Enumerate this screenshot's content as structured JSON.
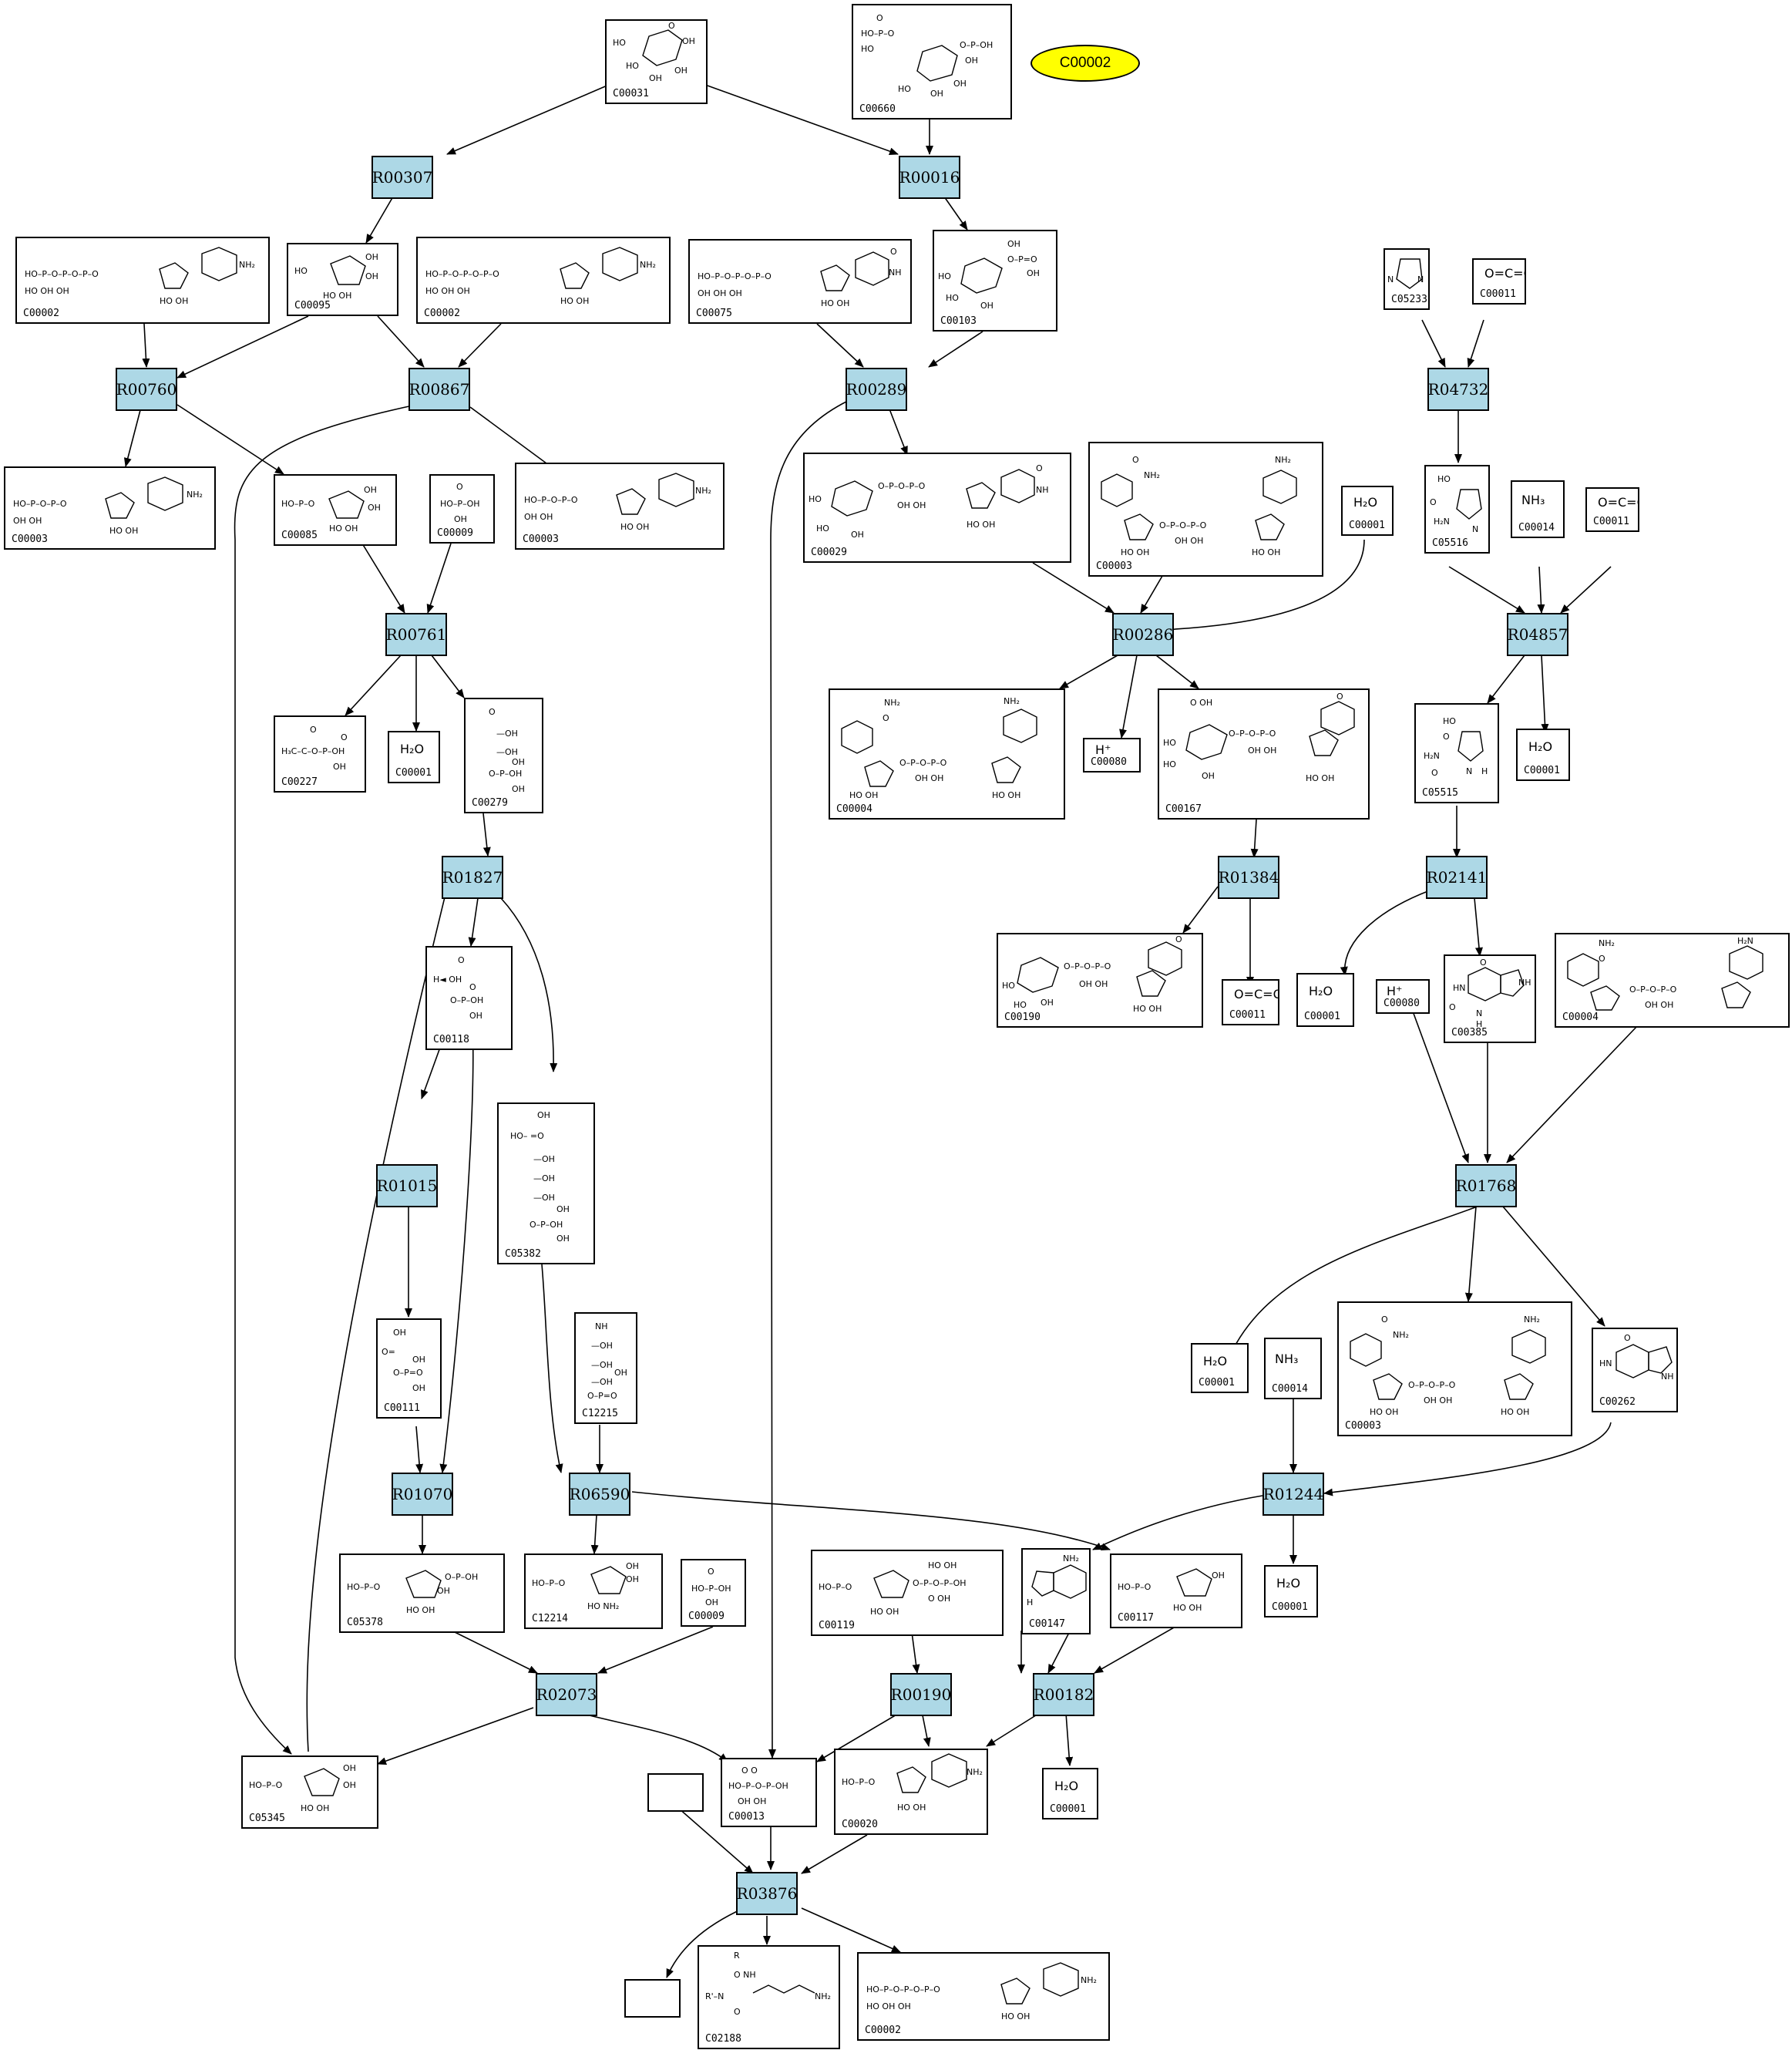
{
  "legend": {
    "label": "C00002",
    "fill": "#ffff00"
  },
  "colors": {
    "reaction_fill": "#add8e6",
    "edge": "#000000"
  },
  "compounds": {
    "c00031": "C00031",
    "c00660": "C00660",
    "c00002_a": "C00002",
    "c00095": "C00095",
    "c00002_b": "C00002",
    "c00075": "C00075",
    "c00103": "C00103",
    "c05233": "C05233",
    "c00011_a": "C00011",
    "c00003_a": "C00003",
    "c00085": "C00085",
    "c00009_a": "C00009",
    "c00003_b": "C00003",
    "c00029": "C00029",
    "c00003_c": "C00003",
    "c00001_a": "C00001",
    "c05516": "C05516",
    "c00014_a": "C00014",
    "c00011_b": "C00011",
    "c00227": "C00227",
    "c00001_b": "C00001",
    "c00279": "C00279",
    "c00004_a": "C00004",
    "c00080_a": "C00080",
    "c00167": "C00167",
    "c05515": "C05515",
    "c00001_c": "C00001",
    "c00118": "C00118",
    "c00190": "C00190",
    "c00011_c": "C00011",
    "c00001_d": "C00001",
    "c00080_b": "C00080",
    "c00385": "C00385",
    "c00004_b": "C00004",
    "c05382": "C05382",
    "c00111": "C00111",
    "c12215": "C12215",
    "c00001_e": "C00001",
    "c00014_b": "C00014",
    "c00003_d": "C00003",
    "c00262": "C00262",
    "c05378": "C05378",
    "c12214": "C12214",
    "c00009_b": "C00009",
    "c00119": "C00119",
    "c00147": "C00147",
    "c00117": "C00117",
    "c00001_f": "C00001",
    "c05345": "C05345",
    "c00013": "C00013",
    "c00020": "C00020",
    "c00001_g": "C00001",
    "c02188": "C02188",
    "c00002_c": "C00002"
  },
  "reactions": {
    "r00307": "R00307",
    "r00016": "R00016",
    "r00760": "R00760",
    "r00867": "R00867",
    "r00289": "R00289",
    "r04732": "R04732",
    "r00761": "R00761",
    "r00286": "R00286",
    "r04857": "R04857",
    "r01827": "R01827",
    "r01384": "R01384",
    "r02141": "R02141",
    "r01768": "R01768",
    "r01015": "R01015",
    "r01070": "R01070",
    "r06590": "R06590",
    "r01244": "R01244",
    "r02073": "R02073",
    "r00190": "R00190",
    "r00182": "R00182",
    "r03876": "R03876"
  },
  "structure_text": {
    "water": "H₂O",
    "ammonia": "NH₃",
    "co2": "O=C=O",
    "proton": "H⁺",
    "phosphate": "HO–P(=O)(OH)–OH",
    "nh2": "NH₂",
    "oh": "OH",
    "ho": "HO",
    "acetylphosphate": "H₃C–C(=O)–O–PO₃H₂",
    "r_group": "R",
    "r_prime": "R'"
  }
}
